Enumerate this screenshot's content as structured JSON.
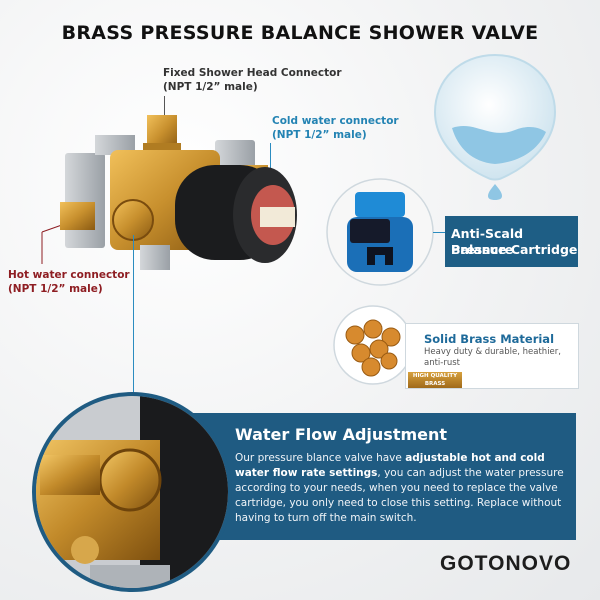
{
  "title": "BRASS PRESSURE BALANCE SHOWER VALVE",
  "labels": {
    "fixed_head_title": "Fixed Shower Head Connector",
    "fixed_head_spec": "(NPT 1/2” male)",
    "cold_title": "Cold water connector",
    "cold_spec": "(NPT 1/2” male)",
    "hot_title": "Hot water connector",
    "hot_spec": "(NPT 1/2” male)"
  },
  "features": {
    "cartridge_line1": "Anti-Scald Pressure",
    "cartridge_line2": "Balance Cartridge",
    "brass_title": "Solid Brass Material",
    "brass_desc": "Heavy duty & durable, heathier, anti-rust",
    "badge_line1": "HIGH QUALITY",
    "badge_line2": "BRASS"
  },
  "panel": {
    "title": "Water Flow Adjustment",
    "text_1": "Our pressure blance valve have ",
    "text_bold": "adjustable hot and cold water flow rate settings",
    "text_2": ", you can adjust the water pressure according to your needs, when you need to replace the valve cartridge, you only need to close this setting. Replace without having to turn off the main switch."
  },
  "brand": "GOTONOVO",
  "colors": {
    "accent_blue": "#1f5b82",
    "label_blue": "#2383b3",
    "hot_red": "#8e1d22",
    "brass": "#c8902e"
  }
}
